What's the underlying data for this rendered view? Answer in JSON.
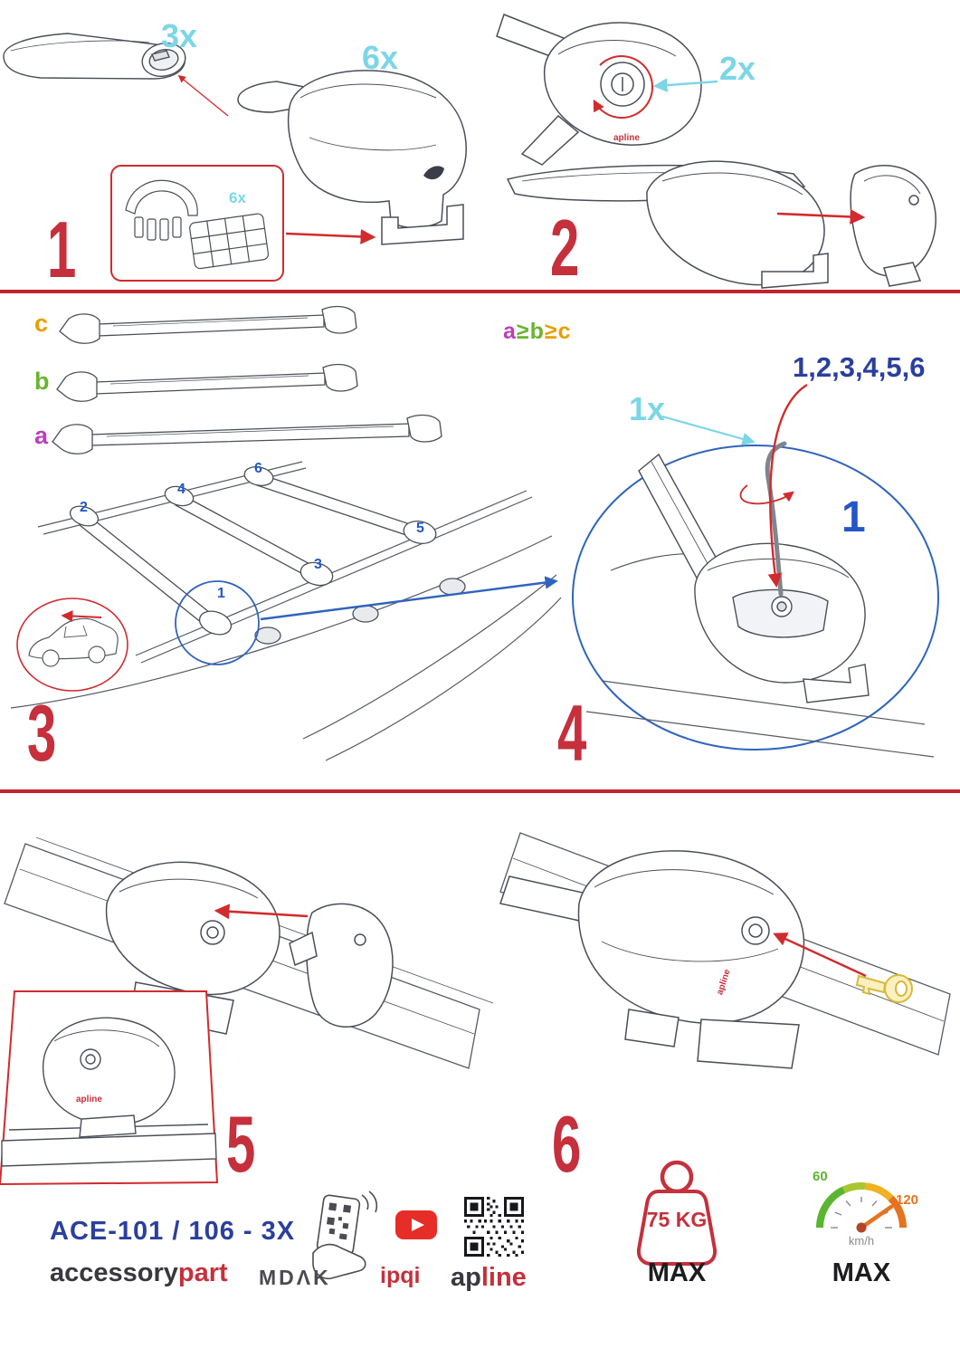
{
  "colors": {
    "step_red": "#c5303c",
    "divider_red": "#bf2430",
    "cyan": "#7bd6e6",
    "blue_text": "#2b3f9e",
    "blue_line": "#2f64bd",
    "orange": "#e8a000",
    "green": "#6ab42f",
    "magenta": "#bb3fbb"
  },
  "brand": {
    "name": "apline"
  },
  "steps": {
    "s1": {
      "number": "1",
      "bar_qty": "3x",
      "foot_qty": "6x",
      "pad_qty": "6x"
    },
    "s2": {
      "number": "2",
      "lock_qty": "2x"
    },
    "s3": {
      "number": "3",
      "size_a": "a",
      "size_b": "b",
      "size_c": "c",
      "formula": {
        "a": "a",
        "ge1": "≥",
        "b": "b",
        "ge2": "≥",
        "c": "c"
      },
      "positions": [
        "1",
        "2",
        "3",
        "4",
        "5",
        "6"
      ]
    },
    "s4": {
      "number": "4",
      "sequence": "1,2,3,4,5,6",
      "tool_qty": "1x",
      "first_step": "1"
    },
    "s5": {
      "number": "5"
    },
    "s6": {
      "number": "6"
    }
  },
  "footer": {
    "model": "ACE-101 / 106 - 3X",
    "brand_black": "accessory",
    "brand_red": "part",
    "partner_mdak": "MDΛK",
    "partner_ipqi": "ipqi",
    "apline_black": "ap",
    "apline_red": "line",
    "max_load": "75 KG",
    "max_load_label": "MAX",
    "speed_green": "60",
    "speed_red": "120",
    "speed_unit": "km/h",
    "speed_label": "MAX"
  }
}
